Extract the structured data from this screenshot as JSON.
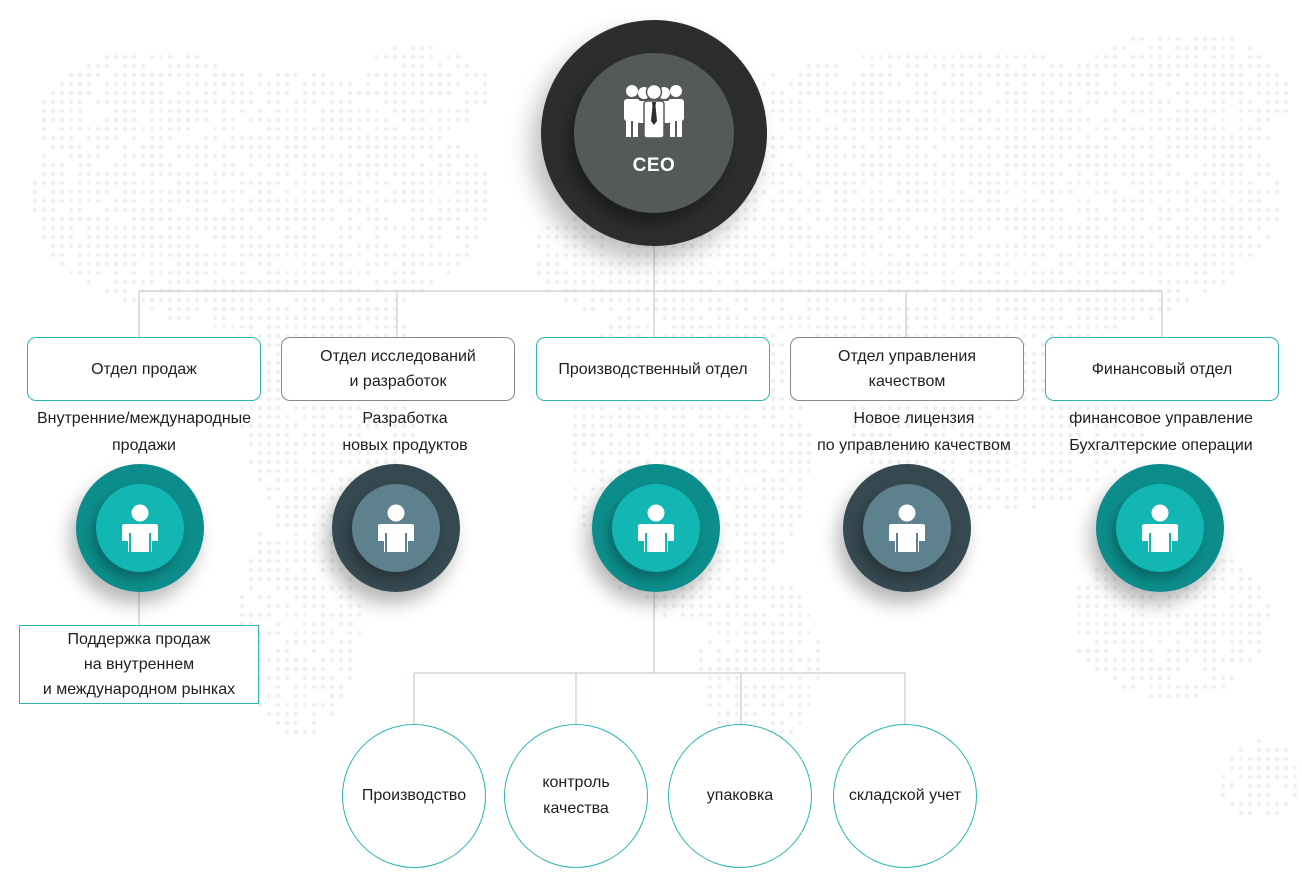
{
  "ceo": {
    "label": "CEO",
    "icon": "team-icon"
  },
  "departments": [
    {
      "name": "Отдел продаж",
      "description": "Внутренние/международные\nпродажи",
      "color": "teal"
    },
    {
      "name": "Отдел исследований\nи разработок",
      "description": "Разработка\nновых продуктов",
      "color": "slate"
    },
    {
      "name": "Производственный отдел",
      "description": "",
      "color": "teal"
    },
    {
      "name": "Отдел управления\nкачеством",
      "description": "Новое лицензия\nпо управлению качеством",
      "color": "slate"
    },
    {
      "name": "Финансовый отдел",
      "description": "финансовое управление\nБухгалтерские операции",
      "color": "teal"
    }
  ],
  "sales_sub": {
    "text": "Поддержка продаж\nна внутреннем\nи международном рынках"
  },
  "production_units": [
    {
      "label": "Производство"
    },
    {
      "label": "контроль\nкачества"
    },
    {
      "label": "упаковка"
    },
    {
      "label": "складской учет"
    }
  ],
  "colors": {
    "teal": "#12b6b2",
    "teal_dark": "#0c8d8b",
    "slate": "#5e828d",
    "slate_dark": "#364850",
    "ceo_outer": "#2b2d2e",
    "ceo_inner": "#55595a",
    "line": "#cfd5d7"
  }
}
